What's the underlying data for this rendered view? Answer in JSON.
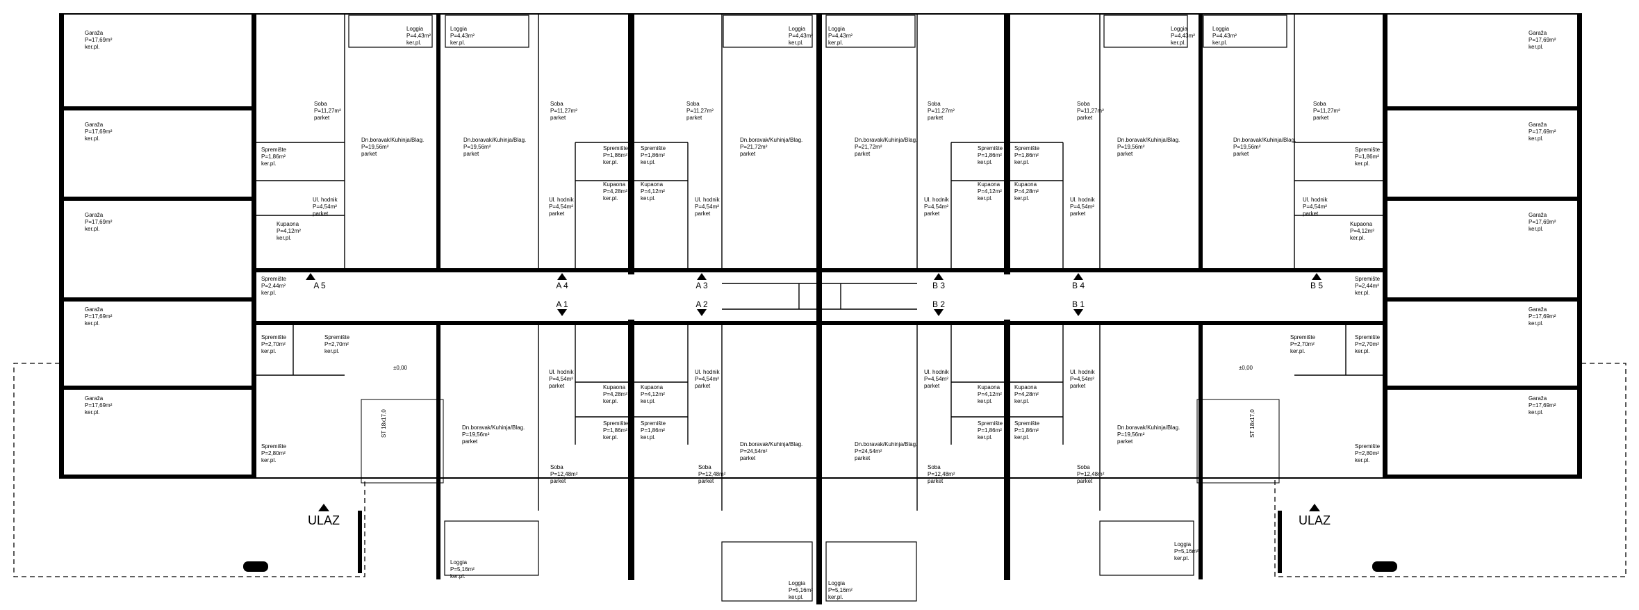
{
  "rooms": {
    "garaza": {
      "name": "Garaža",
      "area": "P=17,69m²",
      "floor": "ker.pl."
    },
    "garaza_r": {
      "name": "Garaža",
      "area": "P=17,69m²",
      "floor": "ker.pl."
    },
    "soba": {
      "name": "Soba",
      "area": "P=11,27m²",
      "floor": "parket"
    },
    "soba_b": {
      "name": "Soba",
      "area": "P=12,48m²",
      "floor": "parket"
    },
    "boravak": {
      "name": "Dn.boravak/Kuhinja/Blag.",
      "area": "P=19,56m²",
      "floor": "parket"
    },
    "boravak_big": {
      "name": "Dn.boravak/Kuhinja/Blag.",
      "area": "P=21,72m²",
      "floor": "parket"
    },
    "boravak_b": {
      "name": "Dn.boravak/Kuhinja/Blag.",
      "area": "P=24,54m²",
      "floor": "parket"
    },
    "hodnik": {
      "name": "Ul. hodnik",
      "area": "P=4,54m²",
      "floor": "parket"
    },
    "kupaona": {
      "name": "Kupaona",
      "area": "P=4,12m²",
      "floor": "ker.pl."
    },
    "kupaona_b": {
      "name": "Kupaona",
      "area": "P=4,28m²",
      "floor": "ker.pl."
    },
    "spremiste": {
      "name": "Spremište",
      "area": "P=1,86m²",
      "floor": "ker.pl."
    },
    "spremiste_h": {
      "name": "Spremište",
      "area": "P=2,44m²",
      "floor": "ker.pl."
    },
    "spremiste_s": {
      "name": "Spremište",
      "area": "P=2,70m²",
      "floor": "ker.pl."
    },
    "spremiste_t": {
      "name": "Spremište",
      "area": "P=2,80m²",
      "floor": "ker.pl."
    },
    "loggia": {
      "name": "Loggia",
      "area": "P=4,43m²",
      "floor": "ker.pl."
    },
    "loggia_b": {
      "name": "Loggia",
      "area": "P=5,16m²",
      "floor": "ker.pl."
    }
  },
  "units": {
    "A5": "A 5",
    "A4": "A 4",
    "A3": "A 3",
    "A2": "A 2",
    "A1": "A 1",
    "B3": "B 3",
    "B4": "B 4",
    "B5": "B 5",
    "B2": "B 2",
    "B1": "B 1"
  },
  "entrance": "ULAZ",
  "level": "±0,00",
  "stair_label": "ST 18x17,0"
}
